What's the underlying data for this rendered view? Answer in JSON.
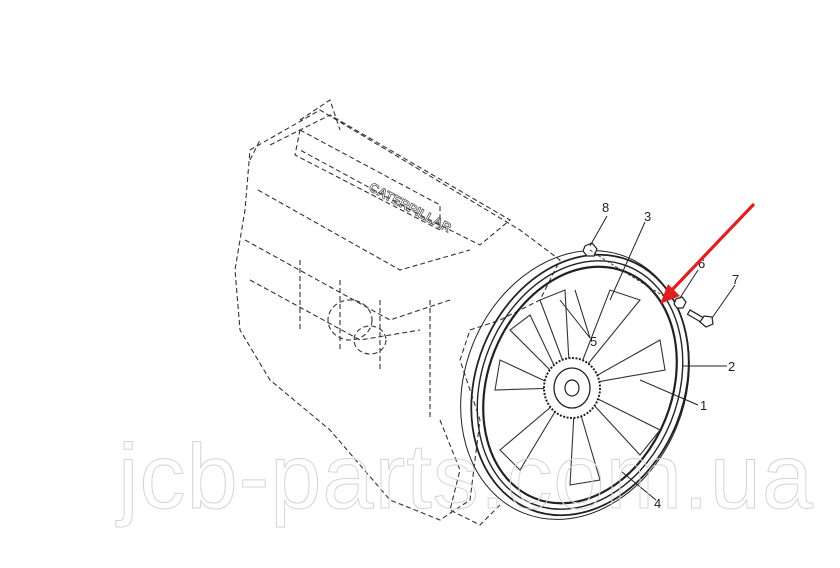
{
  "diagram": {
    "subject": "Engine cooling fan assembly exploded view",
    "engine_label": "CATERPILLAR",
    "callouts": [
      {
        "id": "c1",
        "label": "1"
      },
      {
        "id": "c2",
        "label": "2"
      },
      {
        "id": "c3",
        "label": "3"
      },
      {
        "id": "c4",
        "label": "4"
      },
      {
        "id": "c5",
        "label": "5"
      },
      {
        "id": "c6",
        "label": "6"
      },
      {
        "id": "c7",
        "label": "7"
      },
      {
        "id": "c8",
        "label": "8"
      }
    ],
    "highlight_arrow": {
      "color": "#e02020",
      "points_to": "fan shroud edge"
    }
  },
  "watermark": {
    "text": "jcb-parts.com.ua"
  },
  "colors": {
    "line": "#222222",
    "background": "#ffffff",
    "arrow": "#e02020",
    "watermark": "#d4d4d4"
  }
}
